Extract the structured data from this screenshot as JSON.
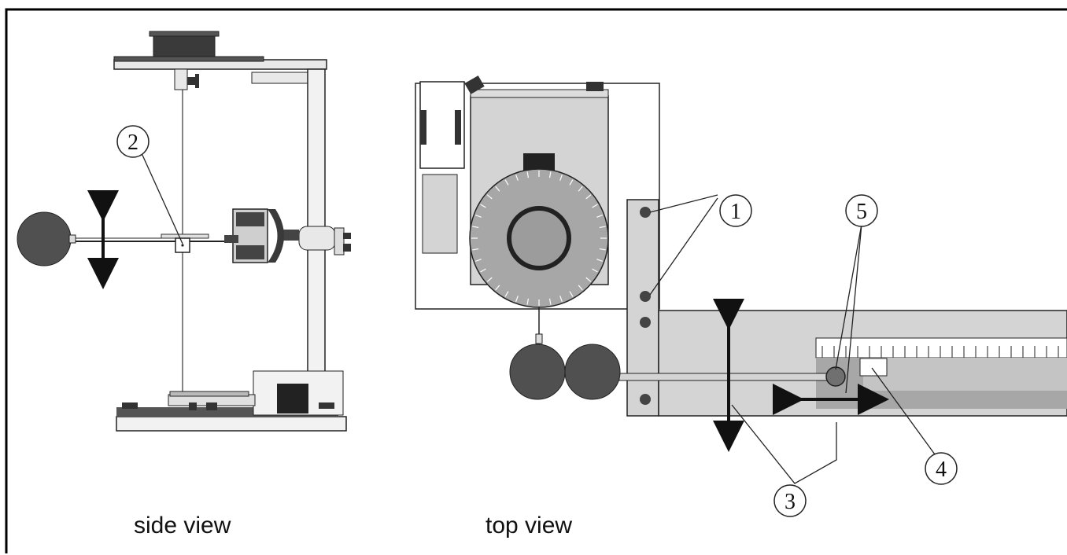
{
  "captions": {
    "side": "side view",
    "top": "top view"
  },
  "callouts": [
    {
      "label": "1"
    },
    {
      "label": "2"
    },
    {
      "label": "3"
    },
    {
      "label": "4"
    },
    {
      "label": "5"
    }
  ],
  "colors": {
    "frame": "#000000",
    "light_gray": "#d4d4d4",
    "mid_gray": "#a7a7a7",
    "dark_gray": "#4a4a4a",
    "ball": "#505050"
  }
}
